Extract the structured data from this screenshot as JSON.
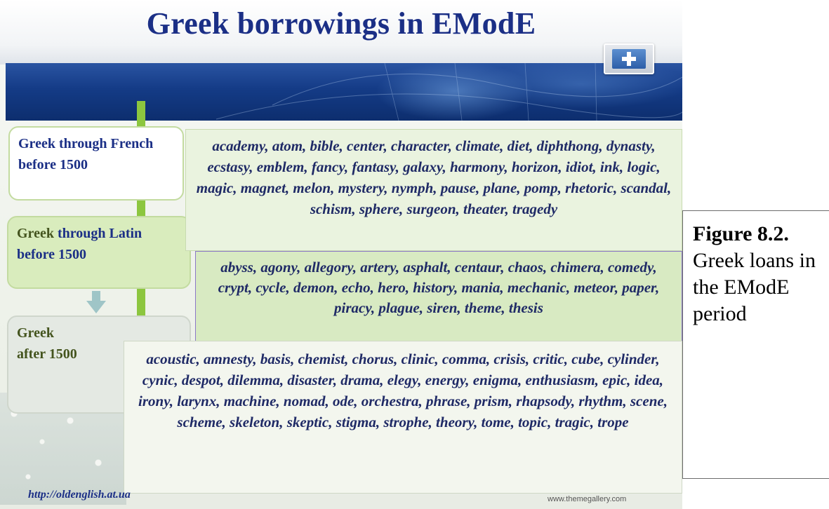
{
  "slide": {
    "title": "Greek borrowings in EModE",
    "labels": {
      "french": {
        "word": "Greek",
        "rest": " through French before 1500"
      },
      "latin": {
        "word": "Greek",
        "rest": " through Latin before 1500"
      },
      "after": {
        "line1": "Greek",
        "line2": "after 1500"
      }
    },
    "words": {
      "french": "academy, atom, bible, center, character, climate, diet, diphthong, dynasty, ecstasy, emblem, fancy, fantasy, galaxy, harmony, horizon, idiot, ink, logic, magic, magnet, melon, mystery, nymph, pause, plane, pomp, rhetoric, scandal, schism, sphere, surgeon, theater, tragedy",
      "latin": "abyss, agony, allegory, artery, asphalt, centaur, chaos, chimera, comedy, crypt, cycle, demon, echo, hero, history, mania, mechanic, meteor, paper, piracy, plague, siren, theme, thesis",
      "after": "acoustic, amnesty, basis, chemist, chorus, clinic, comma, crisis, critic, cube, cylinder, cynic, despot, dilemma, disaster, drama, elegy, energy, enigma, enthusiasm, epic, idea, irony, larynx, machine, nomad, ode, orchestra, phrase, prism, rhapsody, rhythm, scene, scheme, skeleton, skeptic, stigma, strophe, theory, tome, topic, tragic, trope"
    },
    "source_url": "http://oldenglish.at.ua",
    "theme_url": "www.themegallery.com",
    "colors": {
      "title": "#1b2f86",
      "stem": "#8cc63f",
      "latin_border": "#8c78c8"
    },
    "icons": [
      "plus-icon",
      "arrow-down-icon"
    ]
  },
  "caption": {
    "figure": "Figure 8.2.",
    "text": "Greek loans in the EModE period"
  }
}
